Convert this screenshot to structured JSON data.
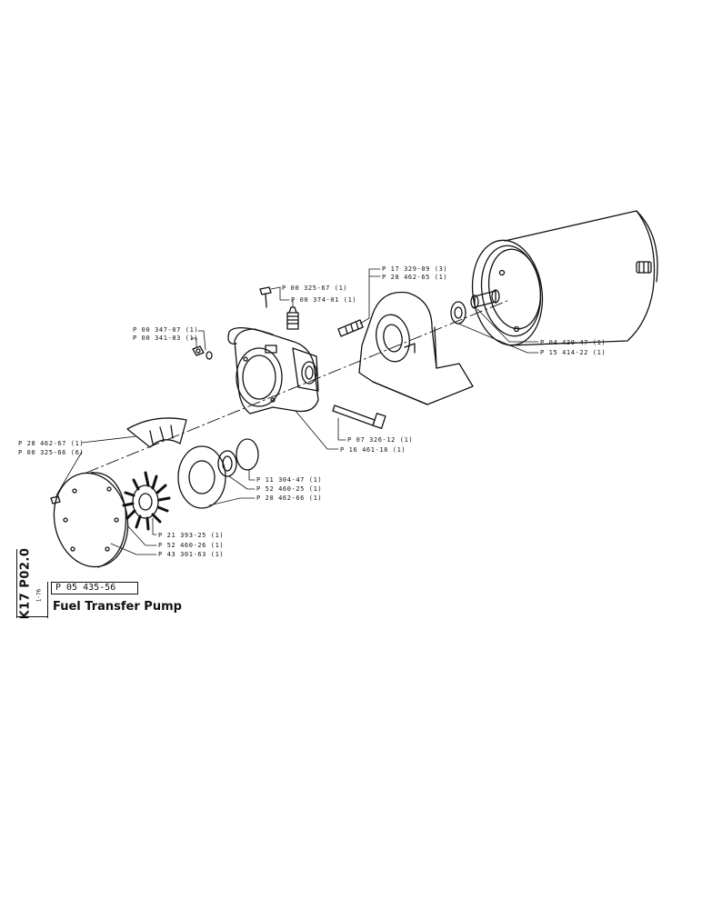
{
  "sheet": {
    "code": "K17 P02.0",
    "scale": "1-76",
    "part_number": "P 05 435-56",
    "title": "Fuel Transfer Pump"
  },
  "callouts": [
    {
      "id": "c1",
      "text": "P 00 325-67 (1)"
    },
    {
      "id": "c2",
      "text": "P 00 374-01 (1)"
    },
    {
      "id": "c3",
      "text": "P 17 329-09 (3)"
    },
    {
      "id": "c4",
      "text": "P 28 462-65 (1)"
    },
    {
      "id": "c5",
      "text": "P 00 347-07 (1)"
    },
    {
      "id": "c6",
      "text": "P 00 341-83 (1)"
    },
    {
      "id": "c7",
      "text": "P 04 439-47 (1)"
    },
    {
      "id": "c8",
      "text": "P 15 414-22 (1)"
    },
    {
      "id": "c9",
      "text": "P 28 462-67 (1)"
    },
    {
      "id": "c10",
      "text": "P 00 325-66 (6)"
    },
    {
      "id": "c11",
      "text": "P 07 326-12 (1)"
    },
    {
      "id": "c12",
      "text": "P 16 461-18 (1)"
    },
    {
      "id": "c13",
      "text": "P 11 304-47 (1)"
    },
    {
      "id": "c14",
      "text": "P 52 460-25 (1)"
    },
    {
      "id": "c15",
      "text": "P 28 462-66 (1)"
    },
    {
      "id": "c16",
      "text": "P 21 393-25 (1)"
    },
    {
      "id": "c17",
      "text": "P 52 460-26 (1)"
    },
    {
      "id": "c18",
      "text": "P 43 301-63 (1)"
    }
  ]
}
